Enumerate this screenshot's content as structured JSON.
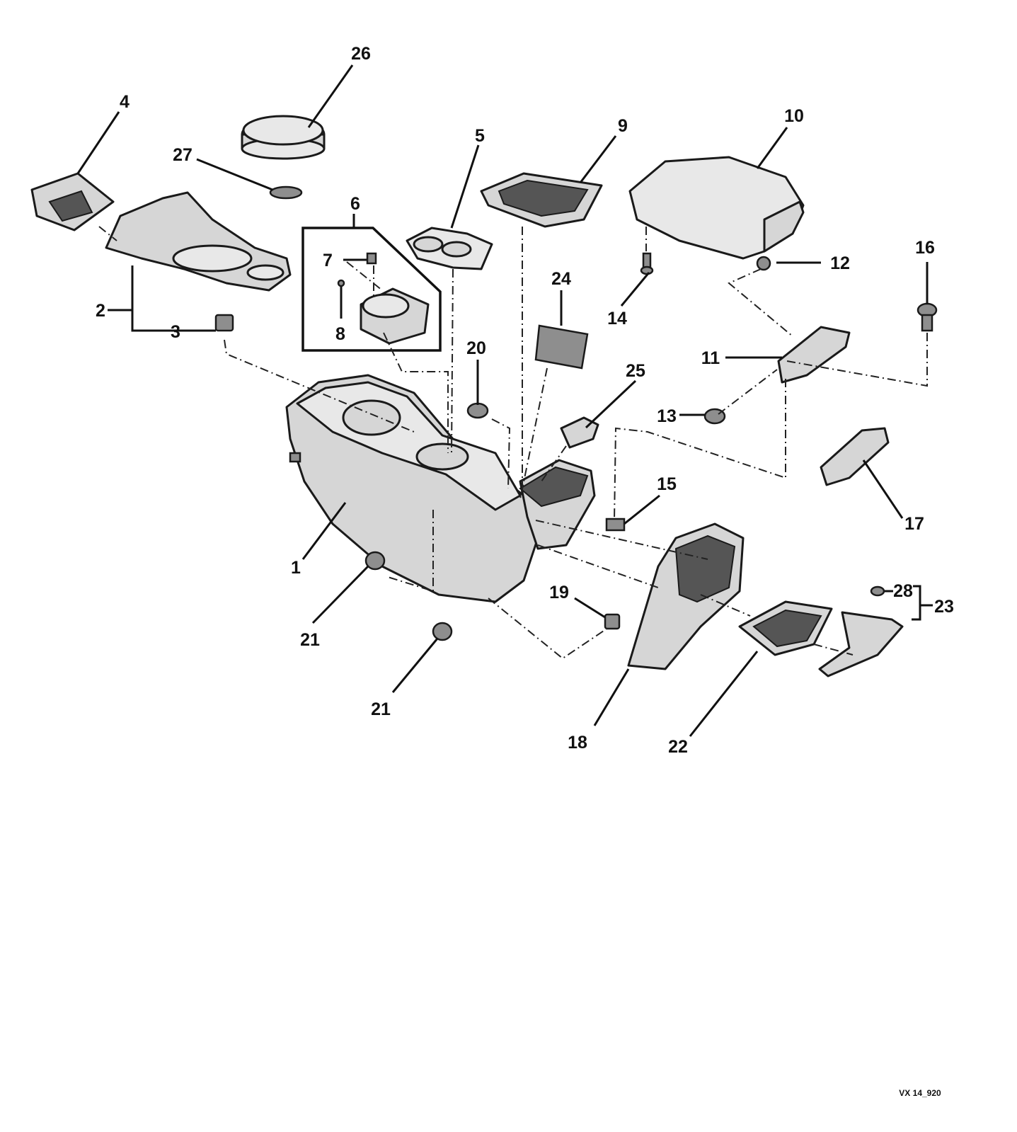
{
  "callouts": [
    {
      "id": "1",
      "text": "1"
    },
    {
      "id": "2",
      "text": "2"
    },
    {
      "id": "3",
      "text": "3"
    },
    {
      "id": "4",
      "text": "4"
    },
    {
      "id": "5",
      "text": "5"
    },
    {
      "id": "6",
      "text": "6"
    },
    {
      "id": "7",
      "text": "7"
    },
    {
      "id": "8",
      "text": "8"
    },
    {
      "id": "9",
      "text": "9"
    },
    {
      "id": "10",
      "text": "10"
    },
    {
      "id": "11",
      "text": "11"
    },
    {
      "id": "12",
      "text": "12"
    },
    {
      "id": "13",
      "text": "13"
    },
    {
      "id": "14",
      "text": "14"
    },
    {
      "id": "15",
      "text": "15"
    },
    {
      "id": "16",
      "text": "16"
    },
    {
      "id": "17",
      "text": "17"
    },
    {
      "id": "18",
      "text": "18"
    },
    {
      "id": "19",
      "text": "19"
    },
    {
      "id": "20",
      "text": "20"
    },
    {
      "id": "21a",
      "text": "21"
    },
    {
      "id": "21b",
      "text": "21"
    },
    {
      "id": "22",
      "text": "22"
    },
    {
      "id": "23",
      "text": "23"
    },
    {
      "id": "24",
      "text": "24"
    },
    {
      "id": "25",
      "text": "25"
    },
    {
      "id": "26",
      "text": "26"
    },
    {
      "id": "27",
      "text": "27"
    },
    {
      "id": "28",
      "text": "28"
    }
  ],
  "figure_ref": "VX 14_920"
}
